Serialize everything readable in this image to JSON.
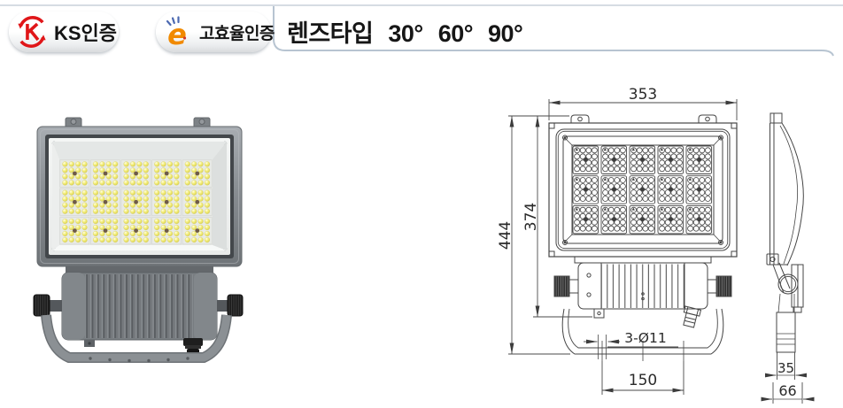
{
  "header": {
    "badges": [
      {
        "id": "ks",
        "label": "KS인증",
        "icon": "ks-certification-mark"
      },
      {
        "id": "eff",
        "label": "고효율인증",
        "icon": "high-efficiency-mascot"
      }
    ],
    "title": "렌즈타입 30° 60° 90°"
  },
  "drawing": {
    "front": {
      "width": "353",
      "overall_height": "444",
      "body_height": "374",
      "mount_holes": "3-Ø11",
      "hole_pitch": "150"
    },
    "side": {
      "bracket_width": "35",
      "depth": "66"
    }
  },
  "colors": {
    "ks_red": "#e01619",
    "mascot_orange": "#f18a00",
    "spark_blue": "#4b69b1",
    "rule_top": "#d6dce3",
    "rule_tab": "#b7c4d1",
    "ink": "#161616",
    "drawing_line": "#454545",
    "led_yellow": "#f2ec74",
    "frame_gray": "#8b9095",
    "driver_gray": "#75797d"
  }
}
